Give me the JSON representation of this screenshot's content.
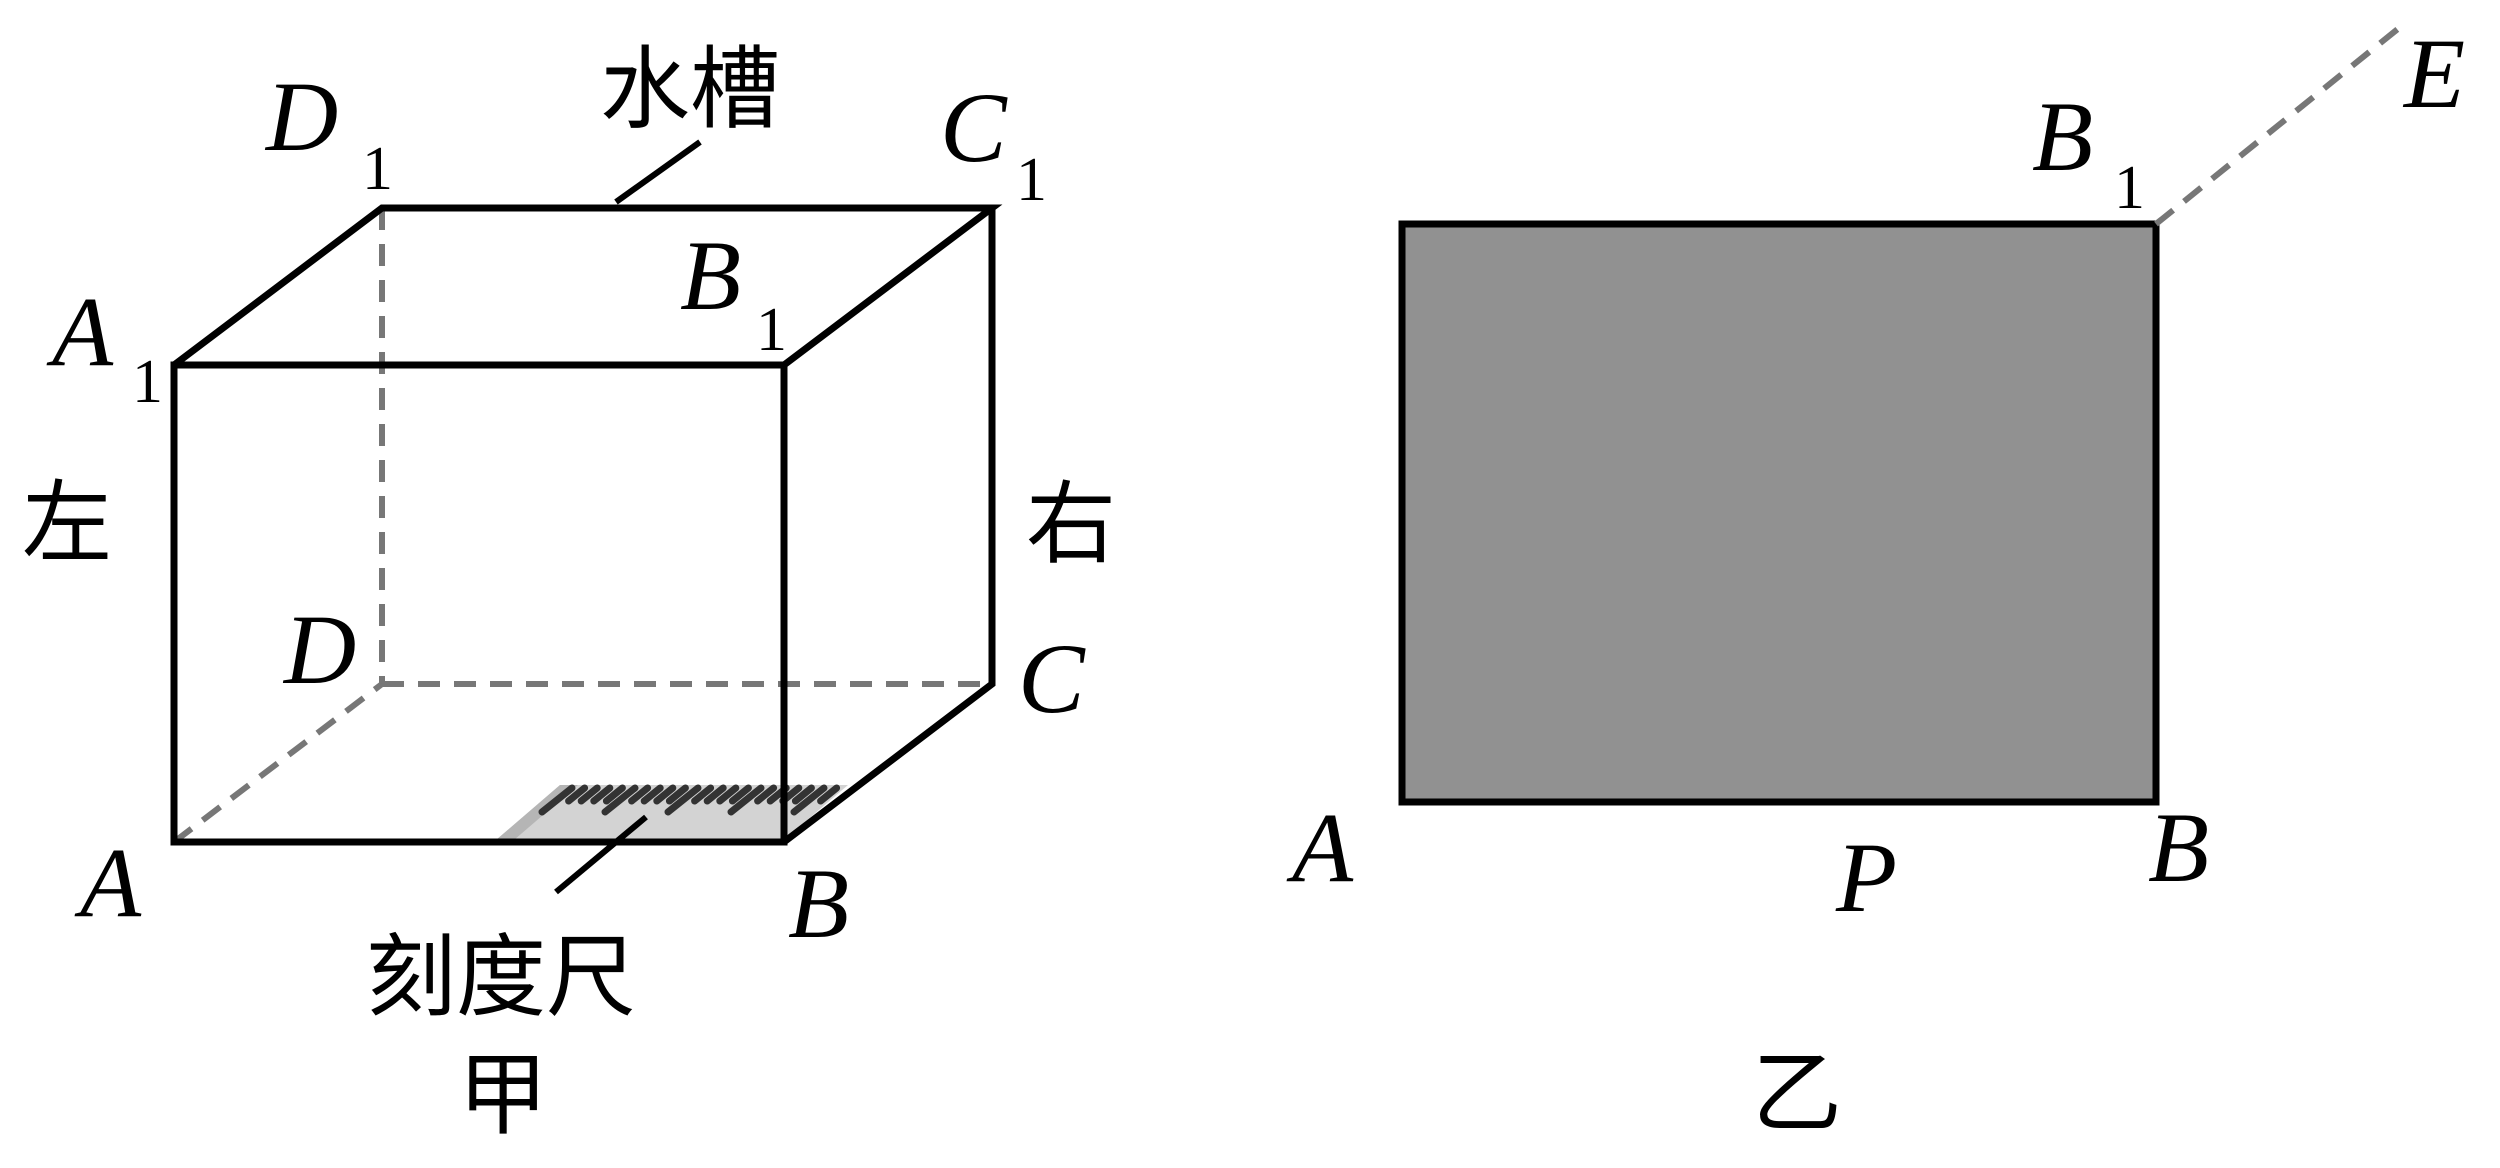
{
  "figure_a": {
    "caption": "甲",
    "tank_label": "水槽",
    "ruler_label": "刻度尺",
    "left_label": "左",
    "right_label": "右",
    "vertices": {
      "A": "A",
      "B": "B",
      "C": "C",
      "D": "D",
      "A1": "A",
      "B1": "B",
      "C1": "C",
      "D1": "D",
      "sub": "1"
    }
  },
  "figure_b": {
    "caption": "乙",
    "vertices": {
      "A": "A",
      "B": "B",
      "B1": "B",
      "sub": "1",
      "E": "E",
      "P": "P"
    },
    "fill_color": "#919191"
  }
}
